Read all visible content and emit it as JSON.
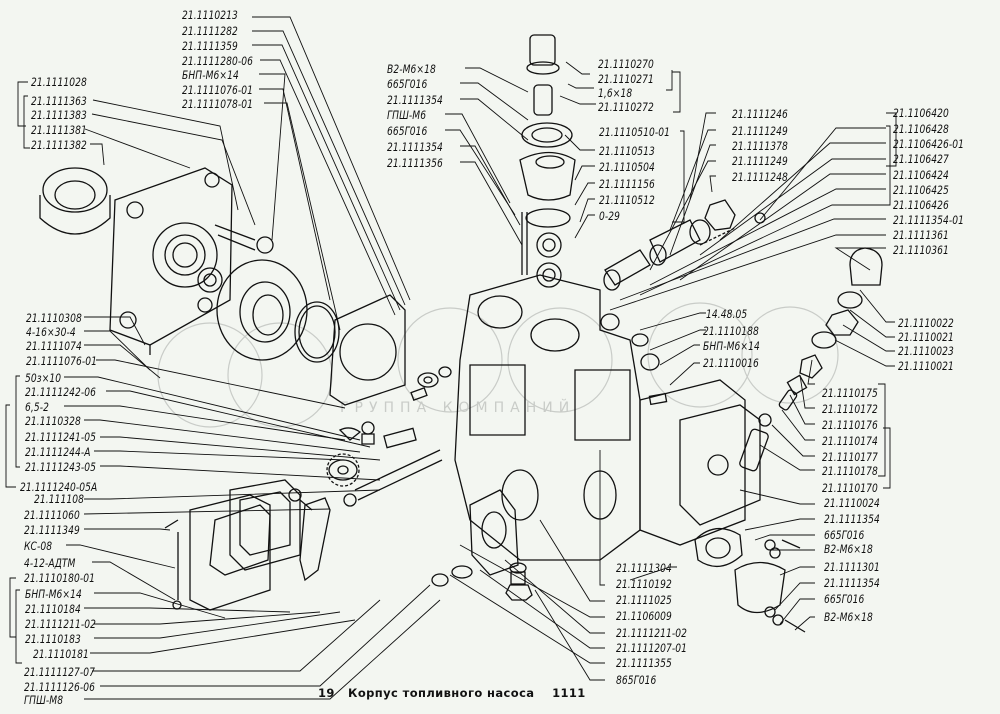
{
  "caption": {
    "figure_number": "19",
    "title": "Корпус топливного насоса",
    "group_code": "1111"
  },
  "watermark": {
    "text": "ГРУППА КОМПАНИЙ"
  },
  "colors": {
    "ink": "#111111",
    "paper": "#f3f6f1",
    "watermark": "#c9ccc8"
  },
  "labels": {
    "top_left_column": [
      "21.1110213",
      "21.1111282",
      "21.1111359",
      "21.1111280-06",
      "БНП-М6×14",
      "21.1111076-01",
      "21.1111078-01"
    ],
    "left_top_group": {
      "parent": "21.1111028",
      "items": [
        "21.1111363",
        "21.1111383",
        "21.1111381",
        "21.1111382"
      ]
    },
    "left_middle": [
      "21.1110308",
      "4-16×30-4",
      "21.1111074",
      "21.1111076-01"
    ],
    "left_group_240": {
      "parent": "21.1111240-05А",
      "items": [
        "50з×10",
        "21.1111242-06",
        "6,5-2",
        "21.1110328",
        "21.1111241-05",
        "21.1111244-А",
        "21.1111243-05"
      ]
    },
    "left_lower": [
      "21.111108",
      "21.1111060",
      "21.1111349",
      "КС-08",
      "4-12-АДТМ"
    ],
    "left_group_180": {
      "parent": "21.1110180-01",
      "items": [
        "БНП-М6×14",
        "21.1110184",
        "21.1111211-02",
        "21.1110183",
        "21.1110181"
      ]
    },
    "left_bottom": [
      "21.1111127-07",
      "21.1111126-06",
      "ГПШ-М8"
    ],
    "top_center_left": [
      "В2-М6×18",
      "665Г016",
      "21.1111354",
      "ГПШ-М6",
      "665Г016",
      "21.1111354",
      "21.1111356"
    ],
    "top_center_right_group": {
      "parent": "21.1110270",
      "items": [
        "21.1110271",
        "1,6×18",
        "21.1110272"
      ]
    },
    "center_group_510": {
      "parent": "21.1110510-01",
      "items": [
        "21.1110513",
        "21.1110504",
        "21.1111156",
        "21.1110512",
        "0-29"
      ]
    },
    "upper_right_column": [
      "21.1111246",
      "21.1111249",
      "21.1111378",
      "21.1111249",
      "21.1111248"
    ],
    "right_group_420": {
      "parent": "21.1106420",
      "items": [
        "21.1106428",
        "21.1106426-01",
        "21.1106427",
        "21.1106424",
        "21.1106425",
        "21.1106426"
      ]
    },
    "right_column": [
      "21.1111354-01",
      "21.1111361",
      "21.1110361"
    ],
    "center_right": [
      "14.48.05",
      "21.1110188",
      "БНП-М6×14",
      "21.1110016"
    ],
    "right_valve": [
      "21.1110022",
      "21.1110021",
      "21.1110023",
      "21.1110021"
    ],
    "right_group_170": {
      "parent": "21.1110170",
      "items": [
        "21.1110175",
        "21.1110172",
        "21.1110176",
        "21.1110174",
        "21.1110177",
        "21.1110178"
      ]
    },
    "right_lower": [
      "21.1110024",
      "21.1111354",
      "665Г016",
      "В2-М6×18",
      "21.1111301",
      "21.1111354",
      "665Г016",
      "В2-М6×18"
    ],
    "bottom_center": [
      "21.1111304",
      "21.1110192",
      "21.1111025",
      "21.1106009",
      "21.1111211-02",
      "21.1111207-01",
      "21.1111355",
      "865Г016"
    ]
  }
}
